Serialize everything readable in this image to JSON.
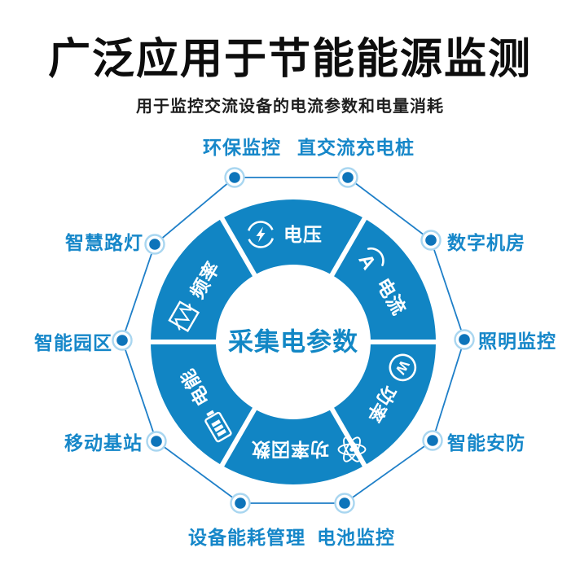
{
  "header": {
    "title": "广泛应用于节能能源监测",
    "subtitle": "用于监控交流设备的电流参数和电量消耗"
  },
  "diagram": {
    "center_label": "采集电参数",
    "segments": [
      {
        "label": "电压",
        "icon": "voltage-circle-bolt-icon"
      },
      {
        "label": "电流",
        "icon": "ammeter-a-icon"
      },
      {
        "label": "功率",
        "icon": "wattmeter-w-icon"
      },
      {
        "label": "功率因数",
        "icon": "atom-icon"
      },
      {
        "label": "电能",
        "icon": "battery-icon"
      },
      {
        "label": "频率",
        "icon": "waveform-icon"
      }
    ],
    "applications": [
      "环保监控",
      "直交流充电桩",
      "智慧路灯",
      "数字机房",
      "智能园区",
      "照明监控",
      "移动基站",
      "智能安防",
      "设备能耗管理",
      "电池监控"
    ]
  },
  "colors": {
    "donut_blue": "#1185c4",
    "label_blue": "#1687c9",
    "node_dot_blue": "#0d74ba",
    "node_ring_light_blue": "#a9d6f0",
    "line_blue": "#1e7fc8",
    "title_black": "#0d0d0d",
    "background": "#ffffff"
  }
}
